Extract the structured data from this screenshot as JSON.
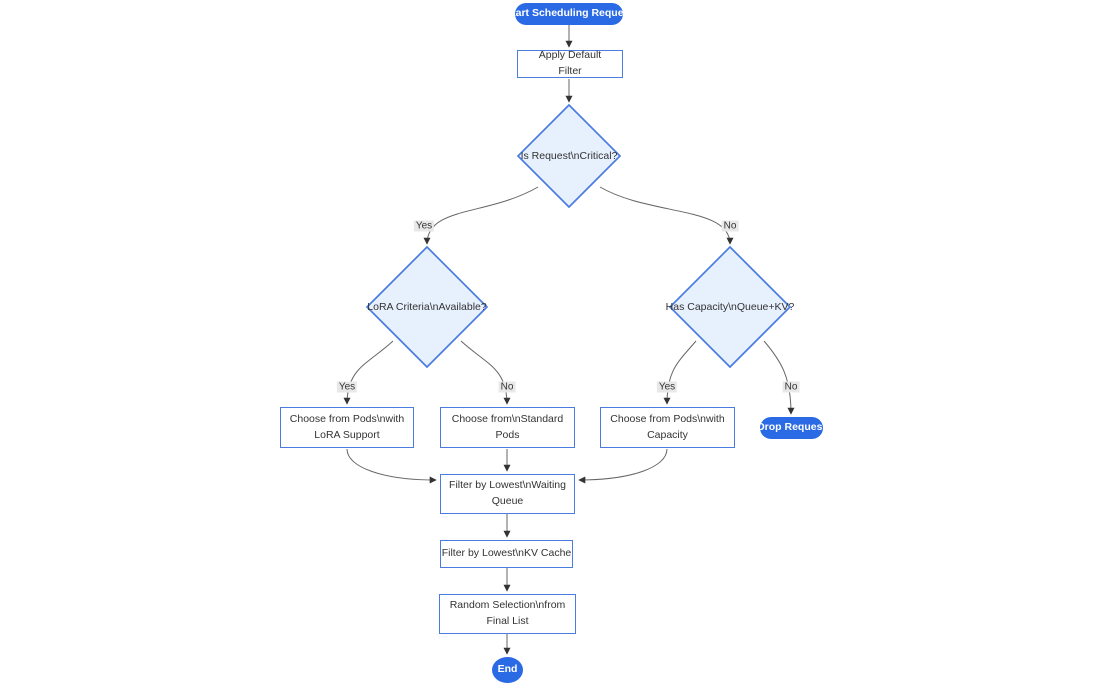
{
  "diagram": {
    "nodes": {
      "start": {
        "label": "Start Scheduling Request",
        "type": "pill"
      },
      "apply_default_filter": {
        "label": "Apply Default Filter",
        "type": "rect"
      },
      "is_request_critical": {
        "label": "Is Request\\nCritical?",
        "type": "diamond"
      },
      "lora_criteria_available": {
        "label": "LoRA Criteria\\nAvailable?",
        "type": "diamond"
      },
      "has_capacity_queue_kv": {
        "label": "Has Capacity\\nQueue+KV?",
        "type": "diamond"
      },
      "choose_lora_pods": {
        "label": "Choose from Pods\\nwith LoRA Support",
        "type": "rect"
      },
      "choose_standard_pods": {
        "label": "Choose from\\nStandard Pods",
        "type": "rect"
      },
      "choose_capacity_pods": {
        "label": "Choose from Pods\\nwith Capacity",
        "type": "rect"
      },
      "drop_request": {
        "label": "Drop Request",
        "type": "pill"
      },
      "filter_waiting_queue": {
        "label": "Filter by Lowest\\nWaiting Queue",
        "type": "rect"
      },
      "filter_kv_cache": {
        "label": "Filter by Lowest\\nKV Cache",
        "type": "rect"
      },
      "random_selection": {
        "label": "Random Selection\\nfrom Final List",
        "type": "rect"
      },
      "end": {
        "label": "End",
        "type": "pill"
      }
    },
    "edge_labels": {
      "critical_yes": "Yes",
      "critical_no": "No",
      "lora_yes": "Yes",
      "lora_no": "No",
      "capacity_yes": "Yes",
      "capacity_no": "No"
    },
    "colors": {
      "background": "#ffffff",
      "node_fill_blue": "#2a6ae4",
      "node_border_blue": "#4a7ce2",
      "diamond_fill": "#e7f0fd",
      "node_text": "#333333",
      "edge_line": "#666666",
      "arrowhead": "#333333",
      "edge_label_bg": "#e8e8e8"
    }
  }
}
